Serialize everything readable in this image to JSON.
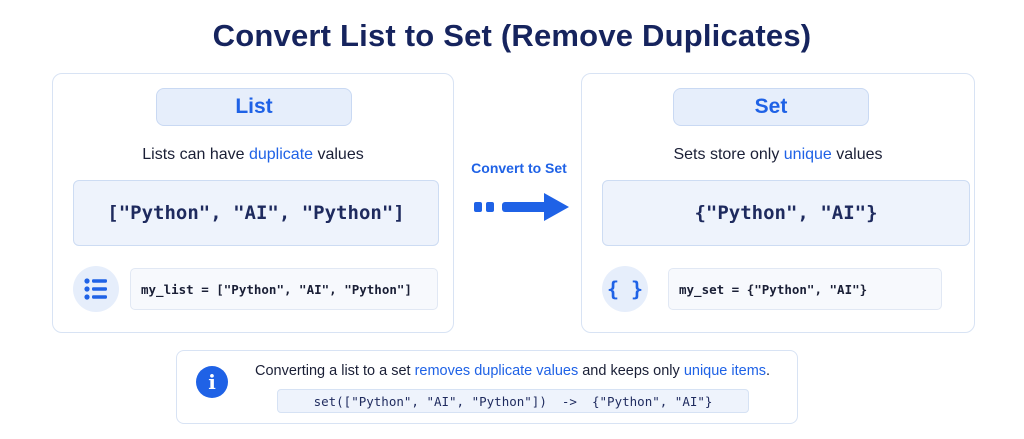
{
  "title": "Convert List to Set (Remove Duplicates)",
  "colors": {
    "accent": "#1f62e6",
    "title": "#16245e",
    "panel_border": "#d8e3f4",
    "pill_bg": "#e6eefb",
    "code_bg": "#eef3fc"
  },
  "list_panel": {
    "heading": "List",
    "desc_before": "Lists can have ",
    "desc_highlight": "duplicate",
    "desc_after": " values",
    "code": "[\"Python\", \"AI\", \"Python\"]",
    "icon": "list-icon",
    "snippet": "my_list = [\"Python\", \"AI\", \"Python\"]"
  },
  "arrow": {
    "label": "Convert to Set",
    "icon": "arrow-right-icon"
  },
  "set_panel": {
    "heading": "Set",
    "desc_before": "Sets store only ",
    "desc_highlight": "unique",
    "desc_after": " values",
    "code": "{\"Python\", \"AI\"}",
    "icon": "braces-icon",
    "icon_glyph": "{ }",
    "snippet": "my_set = {\"Python\", \"AI\"}"
  },
  "note": {
    "icon": "info-icon",
    "icon_glyph": "i",
    "text_1": "Converting a list to a set ",
    "text_hl_1": "removes duplicate values",
    "text_2": " and keeps only ",
    "text_hl_2": "unique items",
    "text_3": ".",
    "code": "set([\"Python\", \"AI\", \"Python\"])  ->  {\"Python\", \"AI\"}"
  }
}
